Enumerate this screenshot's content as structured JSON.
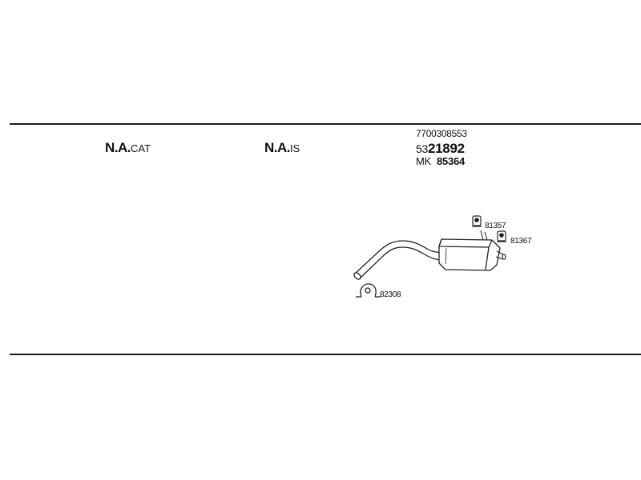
{
  "header": {
    "columns": [
      {
        "main": "N.A.",
        "suffix": "CAT"
      },
      {
        "main": "N.A.",
        "suffix": "IS"
      }
    ],
    "oe_number": "7700308553",
    "part_prefix": "53",
    "part_main": "21892",
    "kit_prefix": "MK",
    "kit_number": "85364"
  },
  "parts": {
    "clamp": "82308",
    "rubber_mount_1": "81357",
    "rubber_mount_2": "81367"
  }
}
